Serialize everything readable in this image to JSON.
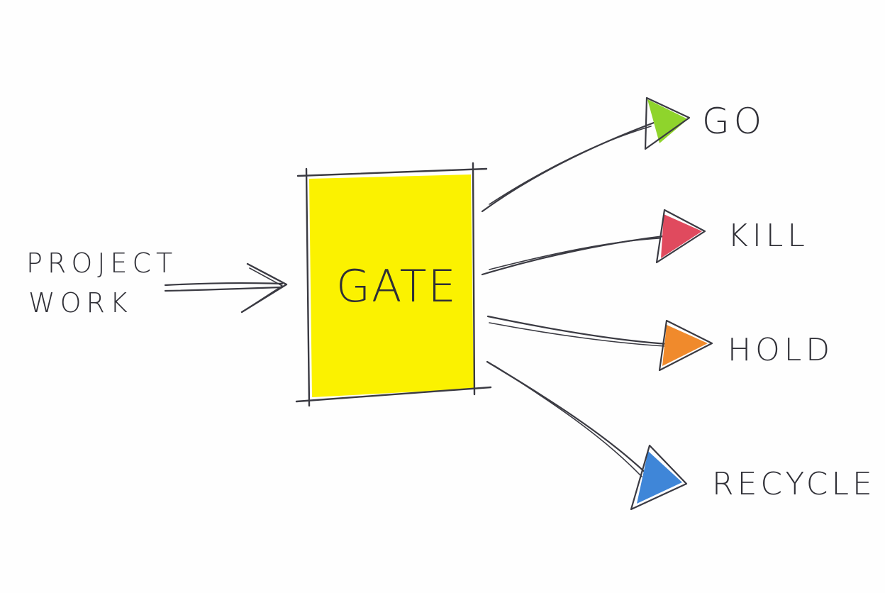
{
  "input": {
    "line1": "PROJECT",
    "line2": "WORK"
  },
  "gate": {
    "label": "GATE",
    "color": "#fbf200"
  },
  "outcomes": [
    {
      "label": "GO",
      "color": "#8fd42c"
    },
    {
      "label": "KILL",
      "color": "#e04a5e"
    },
    {
      "label": "HOLD",
      "color": "#f08a2c"
    },
    {
      "label": "RECYCLE",
      "color": "#3f86d8"
    }
  ]
}
